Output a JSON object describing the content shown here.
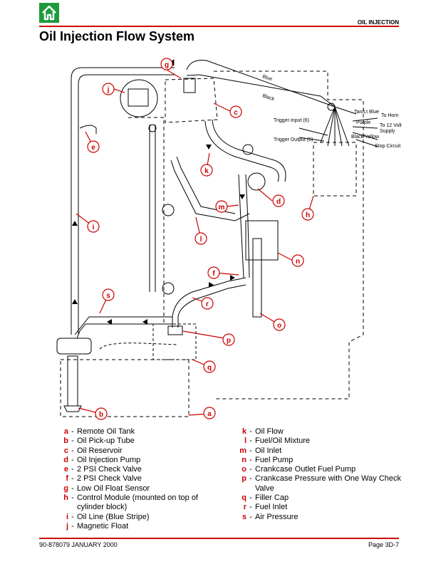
{
  "header": {
    "section": "OIL INJECTION",
    "title": "Oil Injection Flow System"
  },
  "diagram_labels": {
    "blue": "Blue",
    "black": "Black",
    "trigger_input": "Trigger Input (6)",
    "trigger_output": "Trigger Output (6)",
    "tan_lt_blue": "Tan/Lt Blue",
    "to_horn": "To Horn",
    "purple": "Purple",
    "to_12_volt": "To 12 Volt",
    "supply": "Supply",
    "black_yellow": "Black/Yellow",
    "stop_circuit": "Stop Circuit"
  },
  "callouts": {
    "a": "a",
    "b": "b",
    "c": "c",
    "d": "d",
    "e": "e",
    "f": "f",
    "g": "g",
    "h": "h",
    "i": "i",
    "j": "j",
    "k": "k",
    "l": "l",
    "m": "m",
    "n": "n",
    "o": "o",
    "p": "p",
    "q": "q",
    "r": "r",
    "s": "s"
  },
  "legend_left": [
    {
      "key": "a",
      "text": "Remote Oil Tank"
    },
    {
      "key": "b",
      "text": "Oil Pick-up Tube"
    },
    {
      "key": "c",
      "text": "Oil Reservoir"
    },
    {
      "key": "d",
      "text": "Oil Injection Pump"
    },
    {
      "key": "e",
      "text": "2 PSI Check Valve"
    },
    {
      "key": "f",
      "text": "2 PSI Check Valve"
    },
    {
      "key": "g",
      "text": "Low Oil Float Sensor"
    },
    {
      "key": "h",
      "text": "Control Module (mounted on top of cylinder block)"
    },
    {
      "key": "i",
      "text": "Oil Line (Blue Stripe)"
    },
    {
      "key": "j",
      "text": "Magnetic Float"
    }
  ],
  "legend_right": [
    {
      "key": "k",
      "text": "Oil Flow"
    },
    {
      "key": "l",
      "text": "Fuel/Oil Mixture"
    },
    {
      "key": "m",
      "text": "Oil Inlet"
    },
    {
      "key": "n",
      "text": "Fuel Pump"
    },
    {
      "key": "o",
      "text": "Crankcase Outlet Fuel Pump"
    },
    {
      "key": "p",
      "text": "Crankcase Pressure with One Way Check Valve"
    },
    {
      "key": "q",
      "text": "Filler Cap"
    },
    {
      "key": "r",
      "text": "Fuel Inlet"
    },
    {
      "key": "s",
      "text": "Air Pressure"
    }
  ],
  "footer": {
    "left": "90-878079  JANUARY 2000",
    "right": "Page 3D-7"
  },
  "colors": {
    "accent": "#cc0000",
    "home": "#1e9a3c"
  }
}
